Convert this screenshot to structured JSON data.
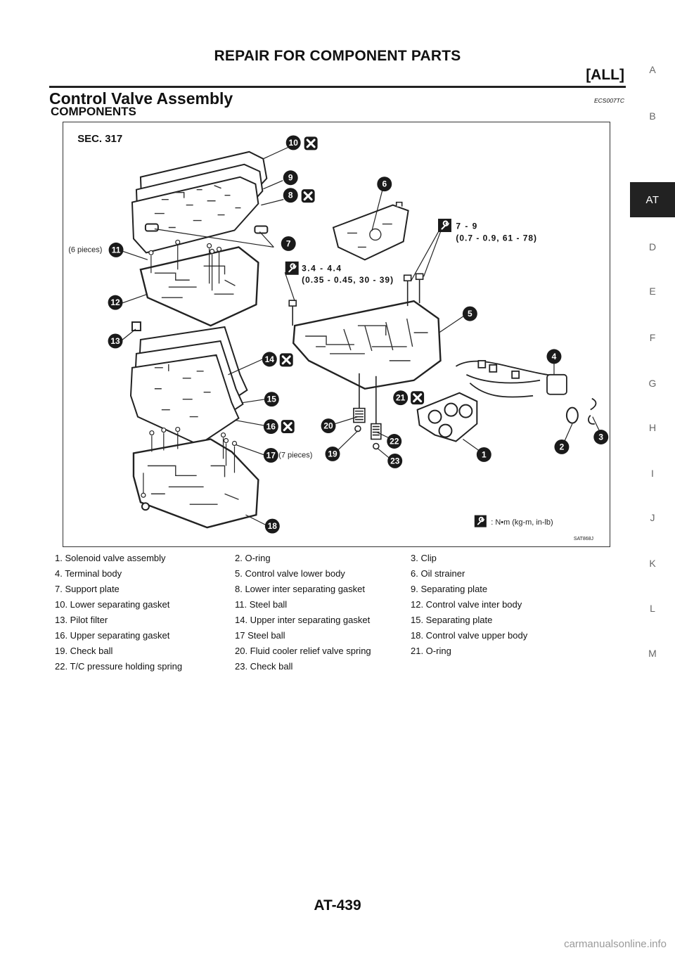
{
  "header": {
    "title": "REPAIR FOR COMPONENT PARTS",
    "subtitle": "[ALL]"
  },
  "section": {
    "title": "Control Valve Assembly",
    "code": "ECS007TC",
    "subtitle": "COMPONENTS"
  },
  "side_index": {
    "letters": [
      "A",
      "B",
      "AT",
      "D",
      "E",
      "F",
      "G",
      "H",
      "I",
      "J",
      "K",
      "L",
      "M"
    ],
    "active": "AT"
  },
  "figure": {
    "section_label": "SEC. 317",
    "image_code": "SAT868J",
    "torque_1_value": "7 - 9",
    "torque_1_detail": "(0.7 - 0.9, 61 - 78)",
    "torque_2_value": "3.4 - 4.4",
    "torque_2_detail": "(0.35 - 0.45, 30 - 39)",
    "pieces_6": "(6 pieces)",
    "pieces_7": "(7 pieces)",
    "unit_legend": ": N•m (kg-m, in-lb)",
    "callouts": [
      "1",
      "2",
      "3",
      "4",
      "5",
      "6",
      "7",
      "8",
      "9",
      "10",
      "11",
      "12",
      "13",
      "14",
      "15",
      "16",
      "17",
      "18",
      "19",
      "20",
      "21",
      "22",
      "23"
    ],
    "icon_torque": "torque-wrench-icon",
    "icon_replace": "do-not-reuse-icon"
  },
  "parts": [
    [
      "1. Solenoid valve assembly",
      "2. O-ring",
      "3. Clip"
    ],
    [
      "4. Terminal body",
      "5. Control valve lower body",
      "6. Oil strainer"
    ],
    [
      "7. Support plate",
      "8. Lower inter separating gasket",
      "9. Separating plate"
    ],
    [
      "10. Lower separating gasket",
      "11. Steel ball",
      "12. Control valve inter body"
    ],
    [
      "13. Pilot filter",
      "14. Upper inter separating gasket",
      "15. Separating plate"
    ],
    [
      "16. Upper separating gasket",
      "17 Steel ball",
      "18. Control valve upper body"
    ],
    [
      "19. Check ball",
      "20. Fluid cooler relief valve spring",
      "21. O-ring"
    ],
    [
      "22. T/C pressure holding spring",
      "23. Check ball",
      ""
    ]
  ],
  "footer": {
    "page_number": "AT-439",
    "watermark": "carmanualsonline.info"
  }
}
